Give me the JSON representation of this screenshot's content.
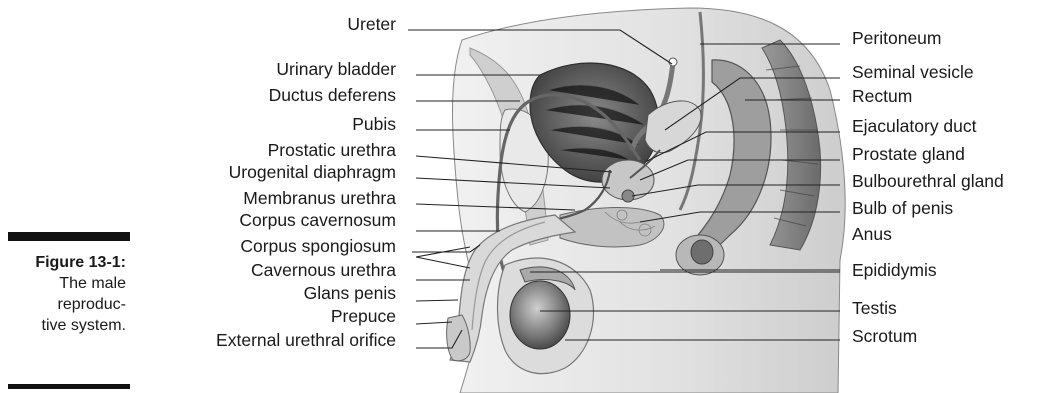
{
  "figure": {
    "number": "Figure 13-1:",
    "caption_line1": "The male",
    "caption_line2": "reproduc-",
    "caption_line3": "tive system."
  },
  "labels_left": [
    "Ureter",
    "Urinary bladder",
    "Ductus deferens",
    "Pubis",
    "Prostatic urethra",
    "Urogenital diaphragm",
    "Membranus urethra",
    "Corpus cavernosum",
    "Corpus spongiosum",
    "Cavernous urethra",
    "Glans penis",
    "Prepuce",
    "External urethral orifice"
  ],
  "labels_right": [
    "Peritoneum",
    "Seminal vesicle",
    "Rectum",
    "Ejaculatory duct",
    "Prostate gland",
    "Bulbourethral gland",
    "Bulb of penis",
    "Anus",
    "Epididymis",
    "Testis",
    "Scrotum"
  ]
}
